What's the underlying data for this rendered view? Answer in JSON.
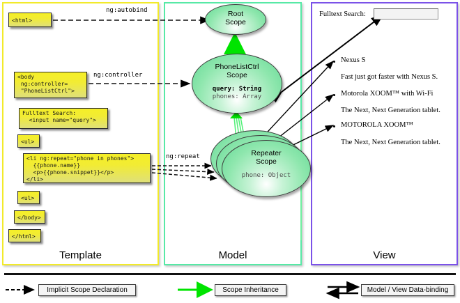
{
  "columns": [
    {
      "key": "template",
      "label": "Template",
      "border_color": "#f2ea2a"
    },
    {
      "key": "model",
      "label": "Model",
      "border_color": "#57e9a6"
    },
    {
      "key": "view",
      "label": "View",
      "border_color": "#7b52e8"
    }
  ],
  "template": {
    "notes": [
      {
        "id": "html-open",
        "text": "<html>"
      },
      {
        "id": "body-open",
        "text": "<body\n ng:controller=\n \"PhoneListCtrl\">"
      },
      {
        "id": "fulltext",
        "text": "Fulltext Search:\n  <input name=\"query\">"
      },
      {
        "id": "ul-open",
        "text": "<ul>"
      },
      {
        "id": "li-repeat",
        "text": "<li ng:repeat=\"phone in phones\">\n  {{phone.name}}\n  <p>{{phone.snippet}}</p>\n</li>"
      },
      {
        "id": "ul-close",
        "text": "<ul>"
      },
      {
        "id": "body-close",
        "text": "</body>"
      },
      {
        "id": "html-close",
        "text": "</html>"
      }
    ]
  },
  "model": {
    "scopes": [
      {
        "id": "root",
        "title_line1": "Root",
        "title_line2": "Scope",
        "props": []
      },
      {
        "id": "phonelistctrl",
        "title_line1": "PhoneListCtrl",
        "title_line2": "Scope",
        "props": [
          {
            "text": "query: String",
            "emphasis": "bold"
          },
          {
            "text": "phones: Array",
            "emphasis": "dim"
          }
        ]
      },
      {
        "id": "repeater",
        "title_line1": "Repeater",
        "title_line2": "Scope",
        "props": [
          {
            "text": "phone: Object",
            "emphasis": "dim"
          }
        ]
      }
    ]
  },
  "view": {
    "search_label": "Fulltext Search:",
    "search_value": "",
    "phones": [
      {
        "name": "Nexus S",
        "snippet": "Fast just got faster with Nexus S."
      },
      {
        "name": "Motorola XOOM™  with Wi-Fi",
        "snippet": "The Next, Next Generation tablet."
      },
      {
        "name": "MOTOROLA XOOM™",
        "snippet": "The Next, Next Generation tablet."
      }
    ]
  },
  "edges": {
    "autobind": "ng:autobind",
    "controller": "ng:controller",
    "repeat": "ng:repeat"
  },
  "legend": [
    {
      "id": "implicit-scope-declaration",
      "label": "Implicit Scope Declaration",
      "style": "dashed-arrow",
      "color": "#000000"
    },
    {
      "id": "scope-inheritance",
      "label": "Scope Inheritance",
      "style": "solid-arrow",
      "color": "#00ee00"
    },
    {
      "id": "model-view-data-binding",
      "label": "Model / View Data-binding",
      "style": "double-arrow",
      "color": "#000000"
    }
  ]
}
